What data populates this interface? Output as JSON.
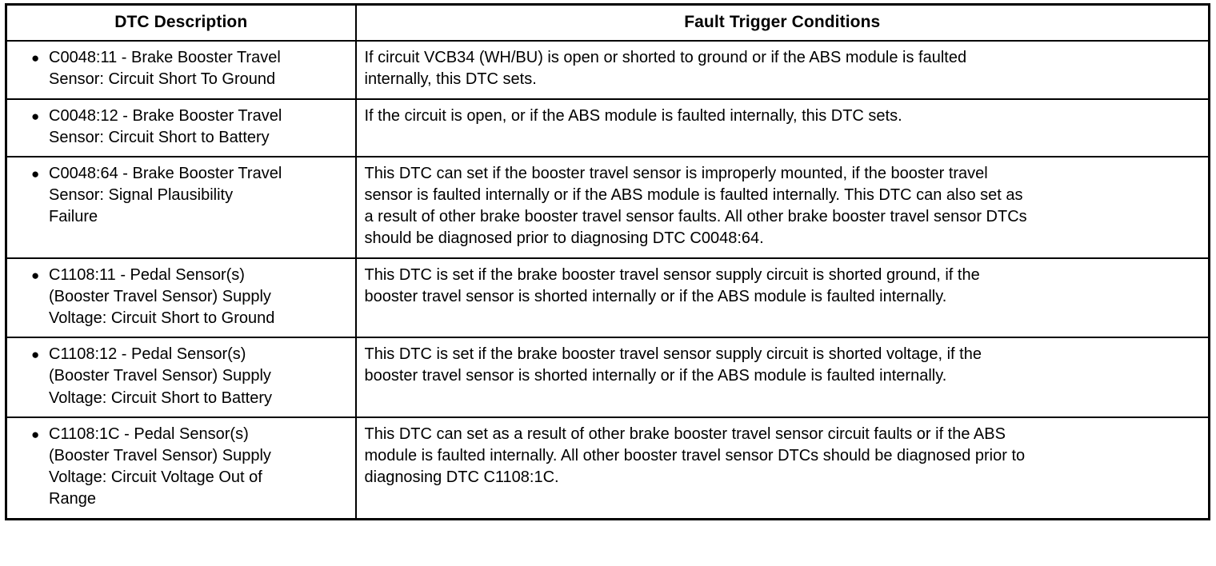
{
  "table": {
    "columns": [
      {
        "key": "dtc_description",
        "header": "DTC Description"
      },
      {
        "key": "fault_trigger_conditions",
        "header": "Fault Trigger Conditions"
      }
    ],
    "bullet_glyph": "●",
    "rows": [
      {
        "bullet": "●",
        "dtc_description": "C0048:11 - Brake Booster Travel\nSensor: Circuit Short To Ground",
        "fault_trigger_conditions": "If circuit VCB34 (WH/BU) is open or shorted to ground or if the ABS module is faulted\ninternally, this DTC sets."
      },
      {
        "bullet": "●",
        "dtc_description": "C0048:12 - Brake Booster Travel\nSensor: Circuit Short to Battery",
        "fault_trigger_conditions": "If the circuit is open, or if the ABS module is faulted internally, this DTC sets."
      },
      {
        "bullet": "●",
        "dtc_description": "C0048:64 - Brake Booster Travel\nSensor: Signal Plausibility\nFailure",
        "fault_trigger_conditions": "This DTC can set if the booster travel sensor is improperly mounted, if the booster travel\nsensor is faulted internally or if the ABS module is faulted internally. This DTC can also set as\na result of other brake booster travel sensor faults. All other brake booster travel sensor DTCs\nshould be diagnosed prior to diagnosing DTC C0048:64."
      },
      {
        "bullet": "●",
        "dtc_description": "C1108:11 - Pedal Sensor(s)\n(Booster Travel Sensor) Supply\nVoltage: Circuit Short to Ground",
        "fault_trigger_conditions": "This DTC is set if the brake booster travel sensor supply circuit is shorted ground, if the\nbooster travel sensor is shorted internally or if the ABS module is faulted internally."
      },
      {
        "bullet": "●",
        "dtc_description": "C1108:12 - Pedal Sensor(s)\n(Booster Travel Sensor) Supply\nVoltage: Circuit Short to Battery",
        "fault_trigger_conditions": "This DTC is set if the brake booster travel sensor supply circuit is shorted voltage, if the\nbooster travel sensor is shorted internally or if the ABS module is faulted internally."
      },
      {
        "bullet": "●",
        "dtc_description": "C1108:1C - Pedal Sensor(s)\n(Booster Travel Sensor) Supply\nVoltage: Circuit Voltage Out of\nRange",
        "fault_trigger_conditions": "This DTC can set as a result of other brake booster travel sensor circuit faults or if the ABS\nmodule is faulted internally. All other booster travel sensor DTCs should be diagnosed prior to\ndiagnosing DTC C1108:1C."
      }
    ]
  },
  "colors": {
    "border": "#000000",
    "text": "#000000",
    "background": "#ffffff"
  }
}
